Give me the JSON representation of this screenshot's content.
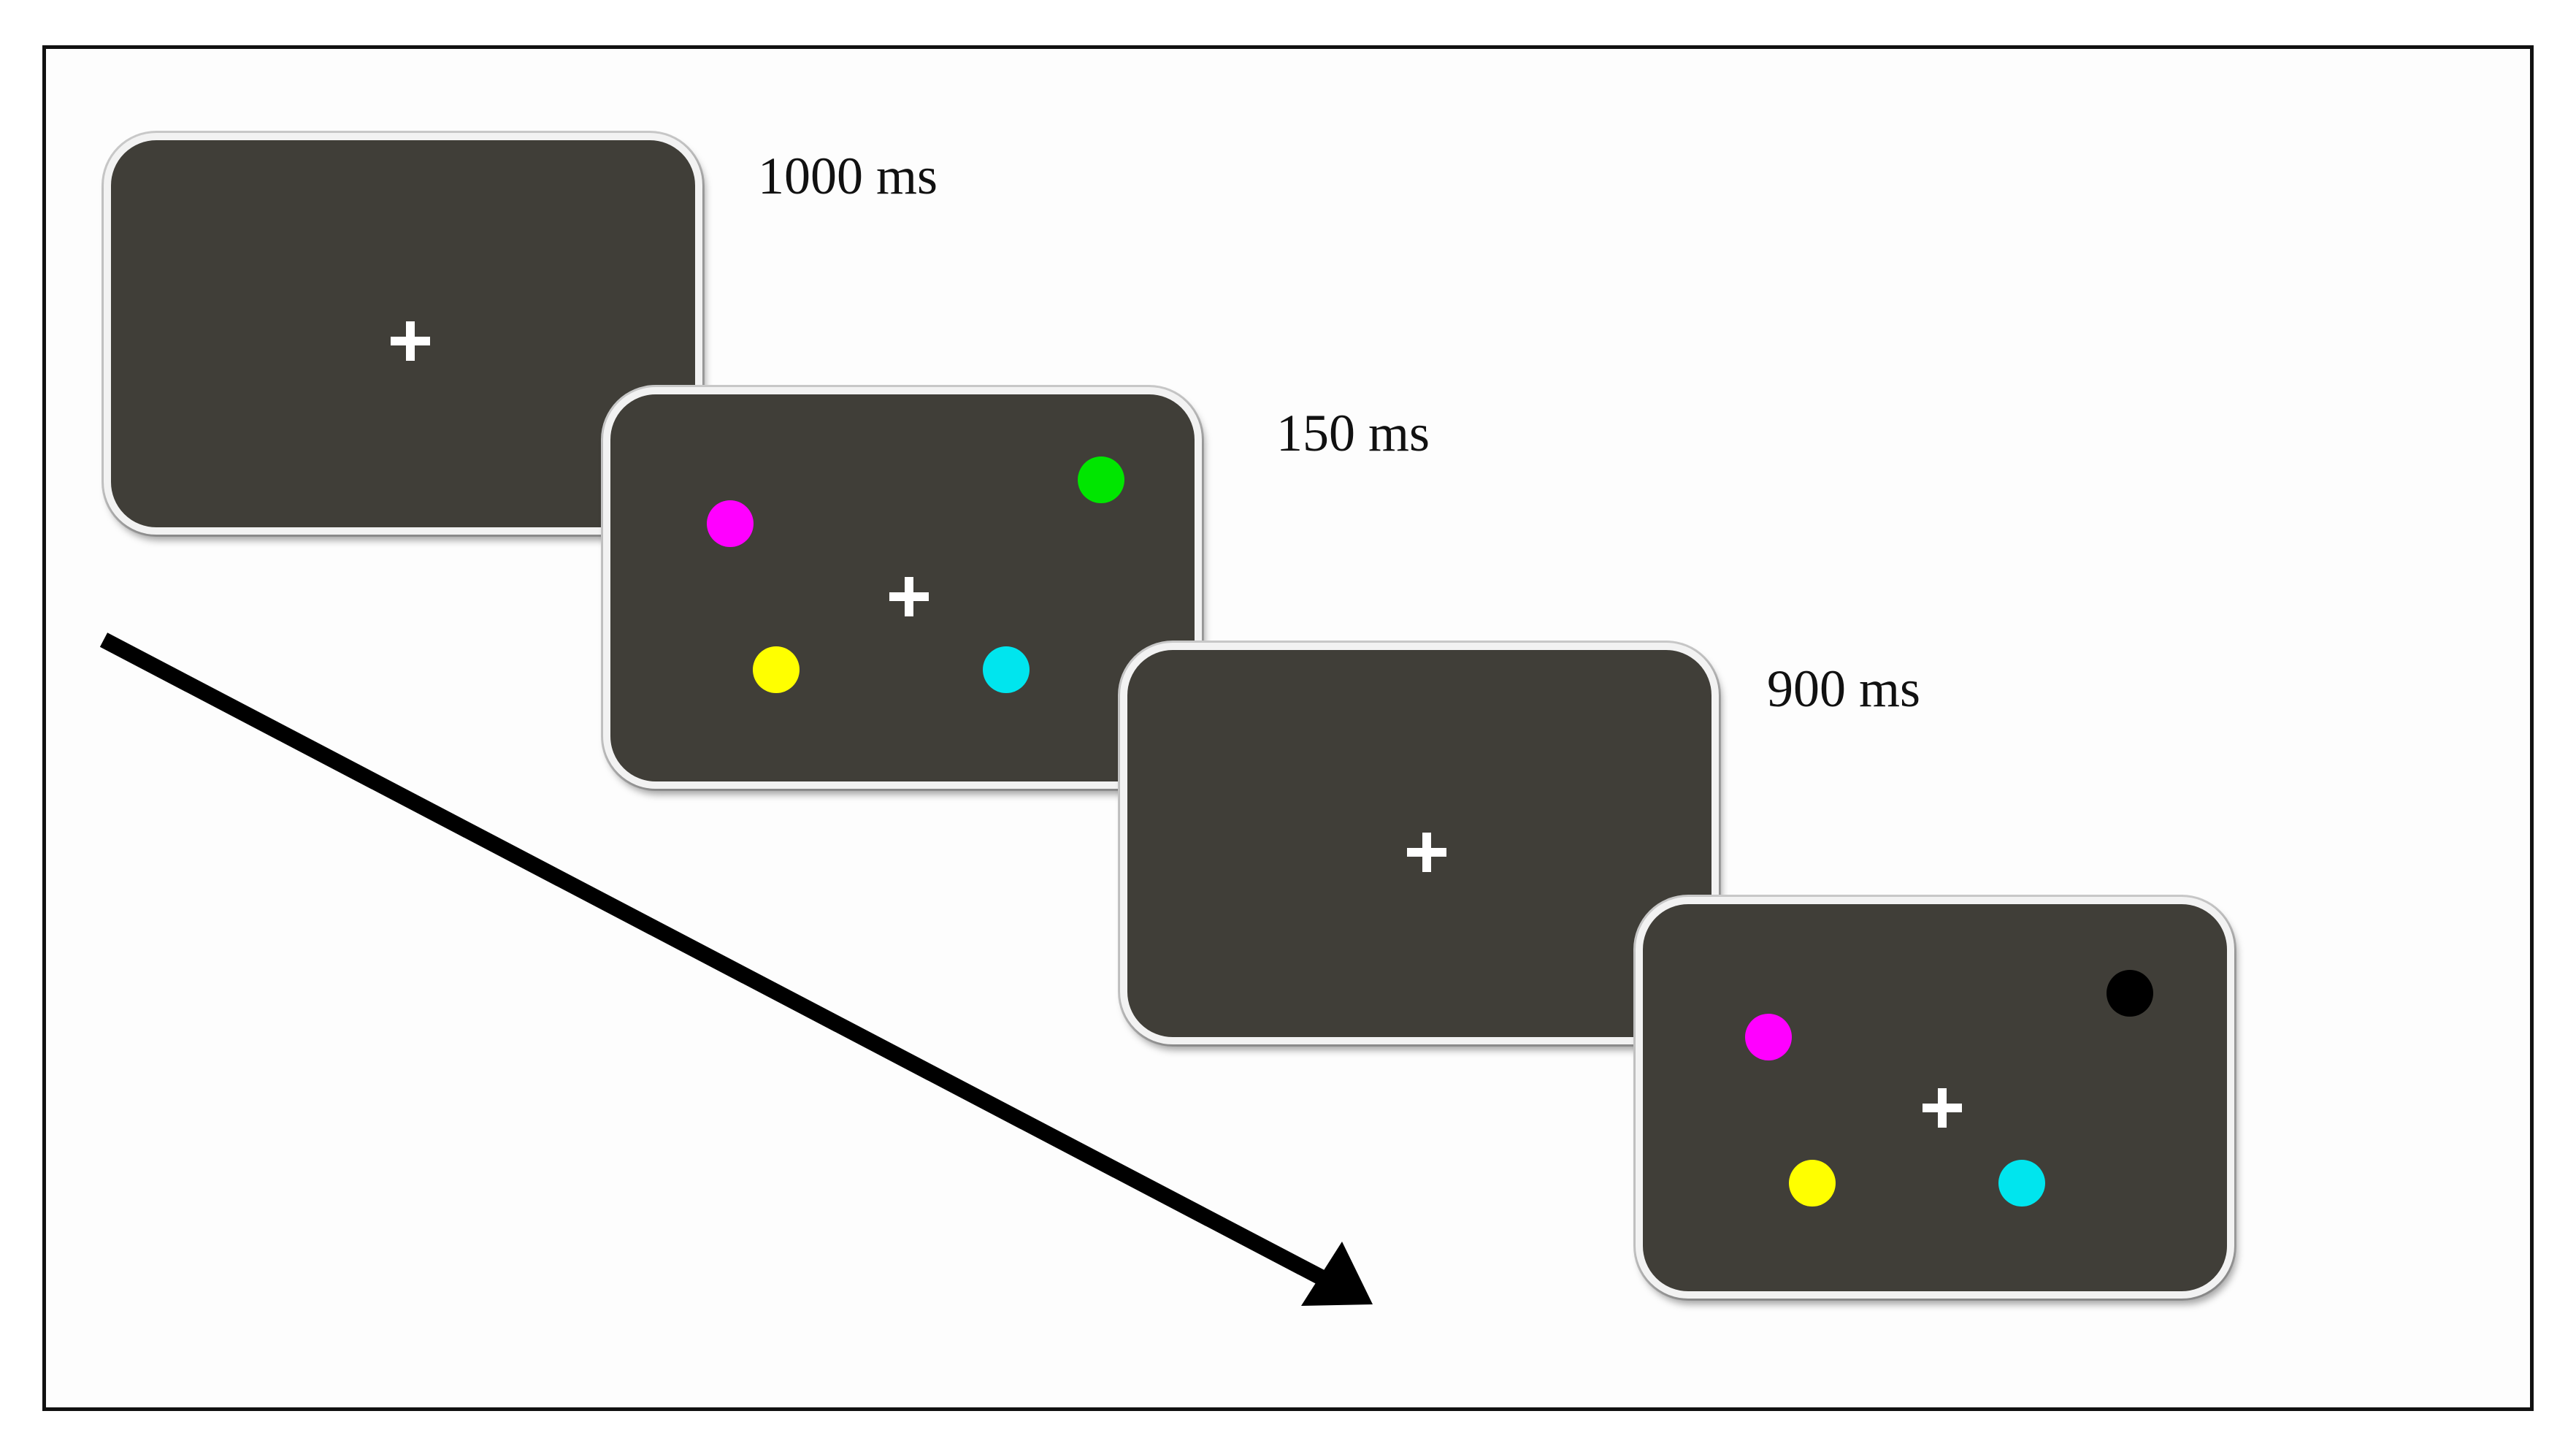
{
  "colors": {
    "screen_bg": "#403e38",
    "fixation": "#ffffff",
    "magenta": "#ff00ff",
    "green": "#00e600",
    "yellow": "#ffff00",
    "cyan": "#00e5ee",
    "black": "#000000",
    "arrow": "#000000"
  },
  "screens": [
    {
      "duration": "1000 ms",
      "content": "fixation-cross"
    },
    {
      "duration": "150 ms",
      "content": "memory-array",
      "dots": [
        "magenta",
        "green",
        "yellow",
        "cyan"
      ]
    },
    {
      "duration": "900 ms",
      "content": "fixation-cross"
    },
    {
      "duration": "",
      "content": "test-array",
      "dots": [
        "magenta",
        "black",
        "yellow",
        "cyan"
      ]
    }
  ],
  "icons": {
    "fixation": "plus-cross",
    "time_arrow": "diagonal-arrow-down-right"
  }
}
